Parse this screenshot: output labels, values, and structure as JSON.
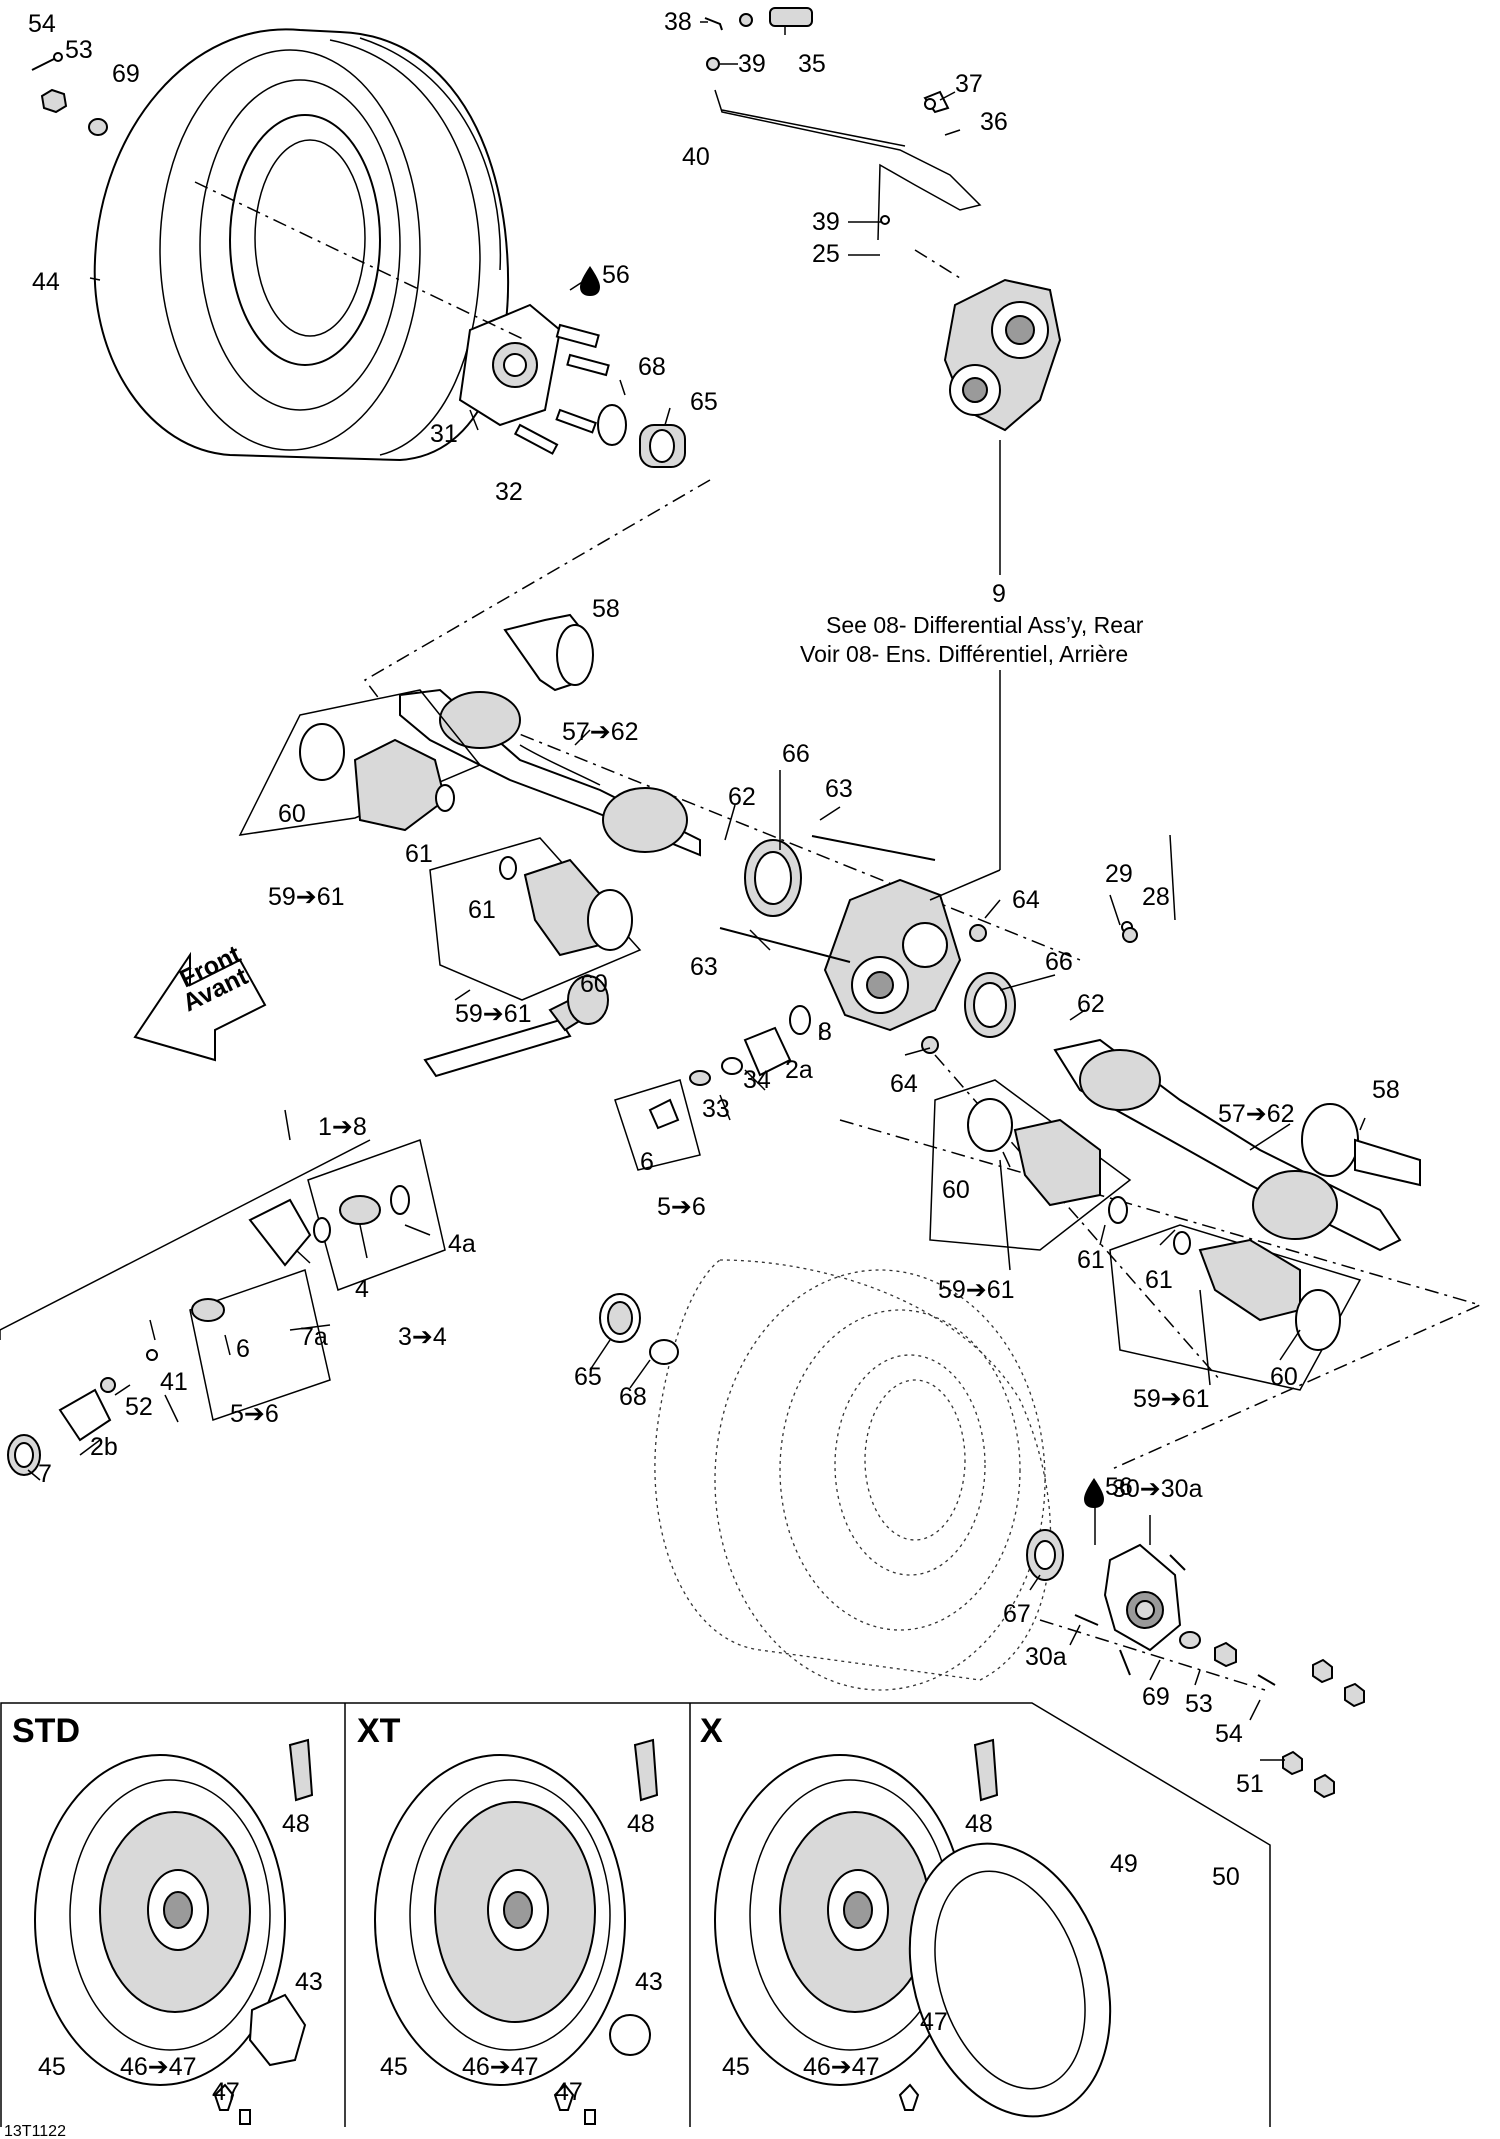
{
  "diagram_id": "13T1122",
  "callouts": {
    "c54_top": "54",
    "c53_top": "53",
    "c69_top": "69",
    "c44": "44",
    "c56_top": "56",
    "c31": "31",
    "c32": "32",
    "c68_top": "68",
    "c65_top": "65",
    "c38": "38",
    "c39_top": "39",
    "c35": "35",
    "c37": "37",
    "c36": "36",
    "c40": "40",
    "c39_mid": "39",
    "c25": "25",
    "c9": "9",
    "c58_top": "58",
    "c57_62_top": "57➔62",
    "c60_a": "60",
    "c61_a": "61",
    "c59_61_a": "59➔61",
    "c61_b": "61",
    "c59_61_b": "59➔61",
    "c60_b": "60",
    "c66_top": "66",
    "c62_top": "62",
    "c63_top": "63",
    "c63_mid": "63",
    "c64_top": "64",
    "c29": "29",
    "c28": "28",
    "c66_mid": "66",
    "c62_mid": "62",
    "c64_mid": "64",
    "c8": "8",
    "c2a": "2a",
    "c34": "34",
    "c33": "33",
    "c1_8": "1➔8",
    "c6_a": "6",
    "c5_6_a": "5➔6",
    "c4a": "4a",
    "c4": "4",
    "c3_4": "3➔4",
    "c7a": "7a",
    "c6_b": "6",
    "c41": "41",
    "c52": "52",
    "c5_6_b": "5➔6",
    "c2b": "2b",
    "c7": "7",
    "c58_right": "58",
    "c57_62_right": "57➔62",
    "c60_c": "60",
    "c61_c": "61",
    "c59_61_c": "59➔61",
    "c61_d": "61",
    "c60_d": "60",
    "c59_61_d": "59➔61",
    "c65_mid": "65",
    "c68_mid": "68",
    "c56_right": "56",
    "c30_30a": "30➔30a",
    "c67": "67",
    "c30a": "30a",
    "c69_right": "69",
    "c53_right": "53",
    "c54_right": "54",
    "c51": "51",
    "c48_std": "48",
    "c43_std": "43",
    "c45_std": "45",
    "c46_47_std": "46➔47",
    "c47_std": "47",
    "c48_xt": "48",
    "c43_xt": "43",
    "c45_xt": "45",
    "c46_47_xt": "46➔47",
    "c47_xt": "47",
    "c48_x": "48",
    "c49": "49",
    "c50": "50",
    "c47_x": "47",
    "c45_x": "45",
    "c46_47_x": "46➔47"
  },
  "differential_note": {
    "line1": "See 08- Differential Ass’y, Rear",
    "line2": "Voir 08- Ens. Différentiel, Arrière"
  },
  "front_arrow": {
    "line1": "Front",
    "line2": "Avant"
  },
  "panels": {
    "std": "STD",
    "xt": "XT",
    "x": "X"
  }
}
